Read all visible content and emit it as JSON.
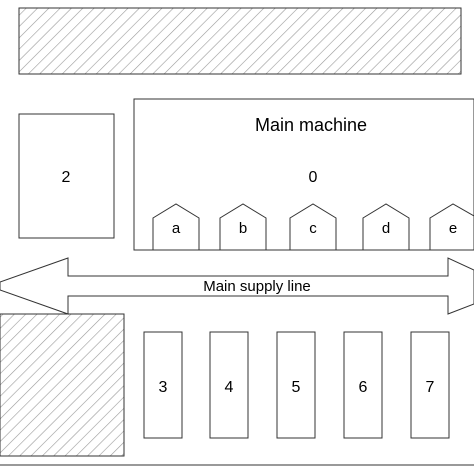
{
  "main_machine": {
    "title": "Main machine",
    "id_label": "0",
    "ports": [
      {
        "label": "a"
      },
      {
        "label": "b"
      },
      {
        "label": "c"
      },
      {
        "label": "d"
      },
      {
        "label": "e"
      }
    ]
  },
  "stations": {
    "left_block": "2",
    "bottom_row": [
      "3",
      "4",
      "5",
      "6",
      "7"
    ]
  },
  "supply_line": {
    "label": "Main supply line"
  },
  "colors": {
    "stroke": "#333333",
    "hatch": "#999999",
    "fill": "#ffffff"
  }
}
